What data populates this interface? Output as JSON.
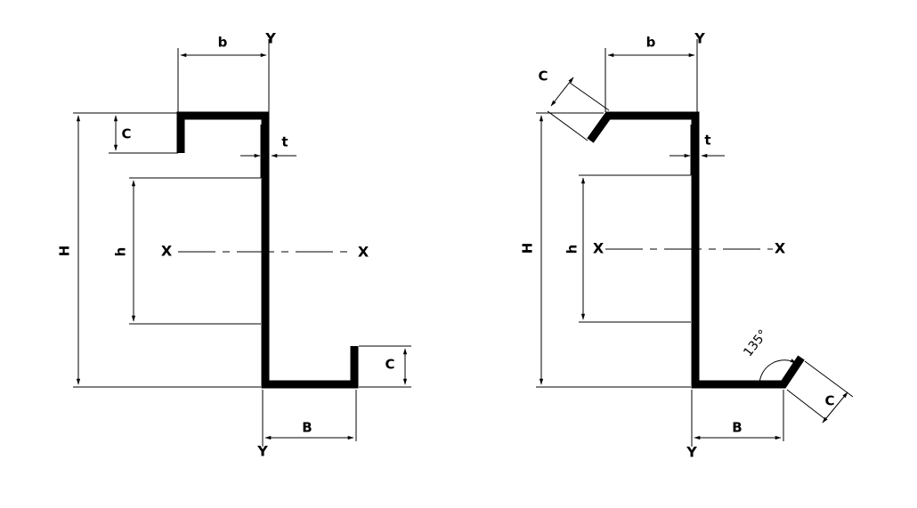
{
  "labels": {
    "b": "b",
    "B": "B",
    "C": "C",
    "H": "H",
    "h": "h",
    "t": "t",
    "X": "X",
    "Y": "Y",
    "angle": "135°"
  },
  "profiles": [
    {
      "name": "z-section-straight-lips",
      "lip_angle_deg": 90
    },
    {
      "name": "z-section-angled-lips",
      "lip_angle_deg": 135
    }
  ]
}
